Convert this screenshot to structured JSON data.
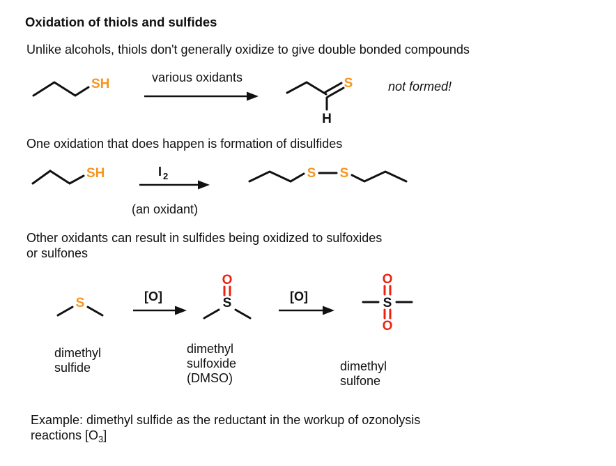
{
  "title": "Oxidation of thiols and sulfides",
  "colors": {
    "sulfur": "#F7941E",
    "oxygen": "#ED2110",
    "ink": "#111111"
  },
  "paragraphs": {
    "intro": "Unlike alcohols, thiols don't generally oxidize to give double bonded compounds",
    "disulfide": "One oxidation that does happen is formation of disulfides",
    "sulfoxide_line1": "Other oxidants can result in sulfides being oxidized to sulfoxides",
    "sulfoxide_line2": "or sulfones",
    "example_line1": "Example: dimethyl sulfide as the reductant in the workup of ozonolysis",
    "example_line2_prefix": "reactions [O",
    "example_line2_subscript": "3",
    "example_line2_suffix": "]"
  },
  "reaction1": {
    "reactant_sh": "SH",
    "arrow_label": "various oxidants",
    "product_s": "S",
    "product_h": "H",
    "annotation": "not formed!"
  },
  "reaction2": {
    "reactant_sh": "SH",
    "arrow_label_main": "I",
    "arrow_label_sub": "2",
    "arrow_sublabel": "(an oxidant)",
    "product_s1": "S",
    "product_s2": "S"
  },
  "reaction3": {
    "arrow1_label": "[O]",
    "arrow2_label": "[O]",
    "sulfide_s": "S",
    "sulfoxide_s": "S",
    "sulfoxide_o": "O",
    "sulfone_s": "S",
    "sulfone_o_top": "O",
    "sulfone_o_bottom": "O",
    "captions": {
      "sulfide": [
        "dimethyl",
        "sulfide"
      ],
      "sulfoxide": [
        "dimethyl",
        "sulfoxide",
        "(DMSO)"
      ],
      "sulfone": [
        "dimethyl",
        "sulfone"
      ]
    }
  }
}
